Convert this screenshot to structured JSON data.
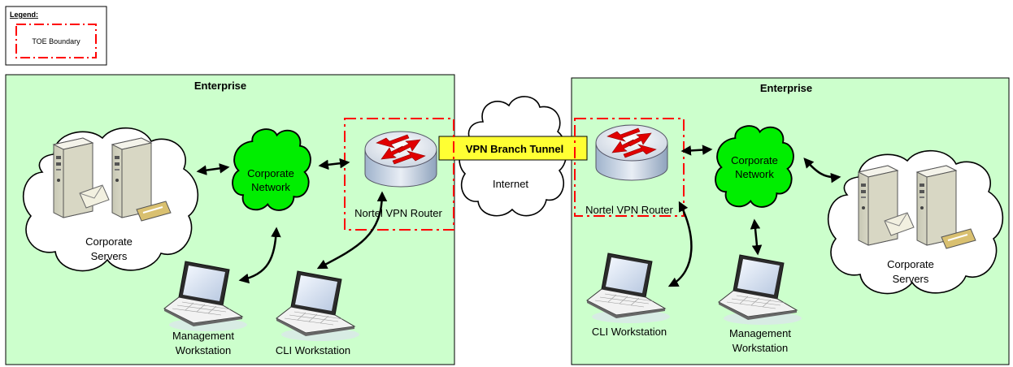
{
  "legend": {
    "title": "Legend:",
    "boundary_label": "TOE Boundary"
  },
  "left_site": {
    "title": "Enterprise",
    "servers_cloud": {
      "line1": "Corporate",
      "line2": "Servers"
    },
    "network": {
      "line1": "Corporate",
      "line2": "Network"
    },
    "router": "Nortel VPN Router",
    "mgmt_ws": {
      "line1": "Management",
      "line2": "Workstation"
    },
    "cli_ws": "CLI Workstation"
  },
  "internet": {
    "label": "Internet",
    "tunnel_label": "VPN Branch Tunnel"
  },
  "right_site": {
    "title": "Enterprise",
    "servers_cloud": {
      "line1": "Corporate",
      "line2": "Servers"
    },
    "network": {
      "line1": "Corporate",
      "line2": "Network"
    },
    "router": "Nortel VPN Router",
    "mgmt_ws": {
      "line1": "Management",
      "line2": "Workstation"
    },
    "cli_ws": "CLI Workstation"
  },
  "colors": {
    "enterprise_fill": "#ccffcc",
    "network_fill": "#00ee00",
    "tunnel_fill": "#ffff33",
    "toe_boundary": "#ff0000"
  }
}
